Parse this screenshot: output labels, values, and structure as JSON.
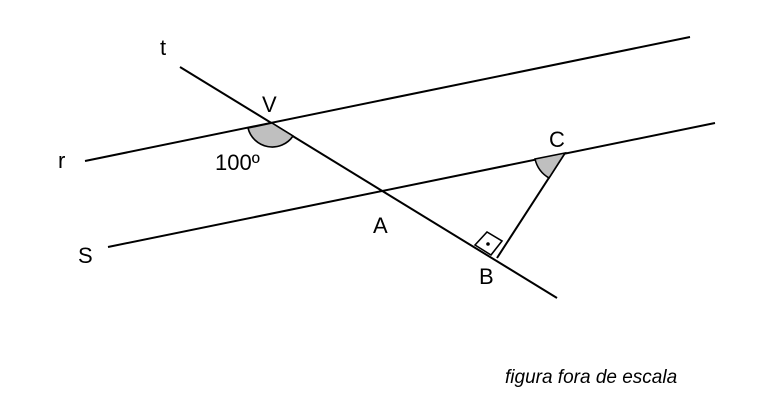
{
  "figure": {
    "lines": {
      "r": "r",
      "s": "S",
      "t": "t"
    },
    "points": {
      "V": "V",
      "A": "A",
      "B": "B",
      "C": "C"
    },
    "angle_label": "100º",
    "right_angle_at": "B",
    "shaded_angles": [
      "V",
      "C"
    ],
    "note": "figura fora de escala",
    "colors": {
      "stroke": "#000000",
      "angle_fill": "#bfbfbf",
      "background": "#ffffff"
    }
  }
}
